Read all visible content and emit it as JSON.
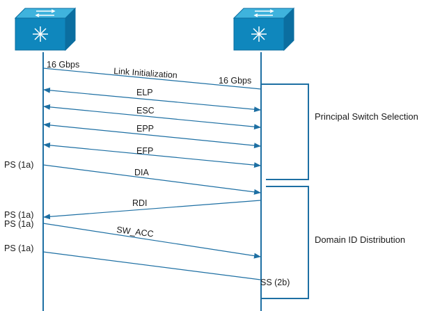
{
  "colors": {
    "line": "#1d6fa3",
    "arrow": "#1d6fa3",
    "switch_top": "#3fb3dd",
    "switch_front": "#0f87bd",
    "switch_side": "#0b6ea0",
    "icon_stroke": "#ffffff",
    "text": "#1a1a1a"
  },
  "devices": {
    "left": {
      "icon": "switch-icon"
    },
    "right": {
      "icon": "switch-icon"
    }
  },
  "labels": {
    "left_speed": "16 Gbps",
    "right_speed": "16 Gbps",
    "link_init": "Link Initialization",
    "elp": "ELP",
    "esc": "ESC",
    "epp": "EPP",
    "efp": "EFP",
    "dia": "DIA",
    "rdi": "RDI",
    "sw_acc": "SW_ACC",
    "ps_1": "PS (1a)",
    "ps_2": "PS (1a)",
    "ps_3": "PS (1a)",
    "ps_4": "PS (1a)",
    "ss": "SS (2b)"
  },
  "phases": {
    "principal_switch_selection": "Principal Switch Selection",
    "domain_id_distribution": "Domain ID Distribution"
  }
}
